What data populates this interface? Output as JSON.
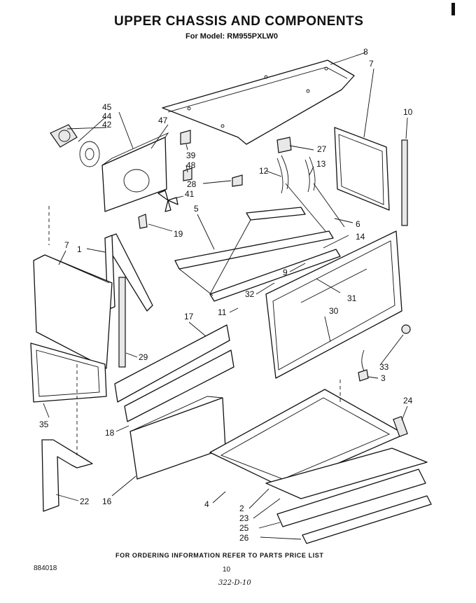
{
  "title": "UPPER CHASSIS AND COMPONENTS",
  "subtitle": "For Model: RM955PXLW0",
  "footer": "FOR ORDERING INFORMATION REFER TO PARTS PRICE LIST",
  "document_code": "884018",
  "page_number": "10",
  "handwritten_note": "322-D-10",
  "callouts": [
    {
      "id": "1",
      "label": "1"
    },
    {
      "id": "2",
      "label": "2"
    },
    {
      "id": "3",
      "label": "3"
    },
    {
      "id": "4",
      "label": "4"
    },
    {
      "id": "5",
      "label": "5"
    },
    {
      "id": "6",
      "label": "6"
    },
    {
      "id": "7a",
      "label": "7"
    },
    {
      "id": "7b",
      "label": "7"
    },
    {
      "id": "8",
      "label": "8"
    },
    {
      "id": "9",
      "label": "9"
    },
    {
      "id": "10",
      "label": "10"
    },
    {
      "id": "11",
      "label": "11"
    },
    {
      "id": "12",
      "label": "12"
    },
    {
      "id": "13",
      "label": "13"
    },
    {
      "id": "14",
      "label": "14"
    },
    {
      "id": "16",
      "label": "16"
    },
    {
      "id": "17",
      "label": "17"
    },
    {
      "id": "18",
      "label": "18"
    },
    {
      "id": "19",
      "label": "19"
    },
    {
      "id": "22",
      "label": "22"
    },
    {
      "id": "23",
      "label": "23"
    },
    {
      "id": "24",
      "label": "24"
    },
    {
      "id": "25",
      "label": "25"
    },
    {
      "id": "26",
      "label": "26"
    },
    {
      "id": "27",
      "label": "27"
    },
    {
      "id": "28",
      "label": "28"
    },
    {
      "id": "29",
      "label": "29"
    },
    {
      "id": "30",
      "label": "30"
    },
    {
      "id": "31",
      "label": "31"
    },
    {
      "id": "32",
      "label": "32"
    },
    {
      "id": "33",
      "label": "33"
    },
    {
      "id": "35",
      "label": "35"
    },
    {
      "id": "39",
      "label": "39"
    },
    {
      "id": "41",
      "label": "41"
    },
    {
      "id": "42",
      "label": "42"
    },
    {
      "id": "44",
      "label": "44"
    },
    {
      "id": "45",
      "label": "45"
    },
    {
      "id": "47",
      "label": "47"
    },
    {
      "id": "48",
      "label": "48"
    }
  ]
}
